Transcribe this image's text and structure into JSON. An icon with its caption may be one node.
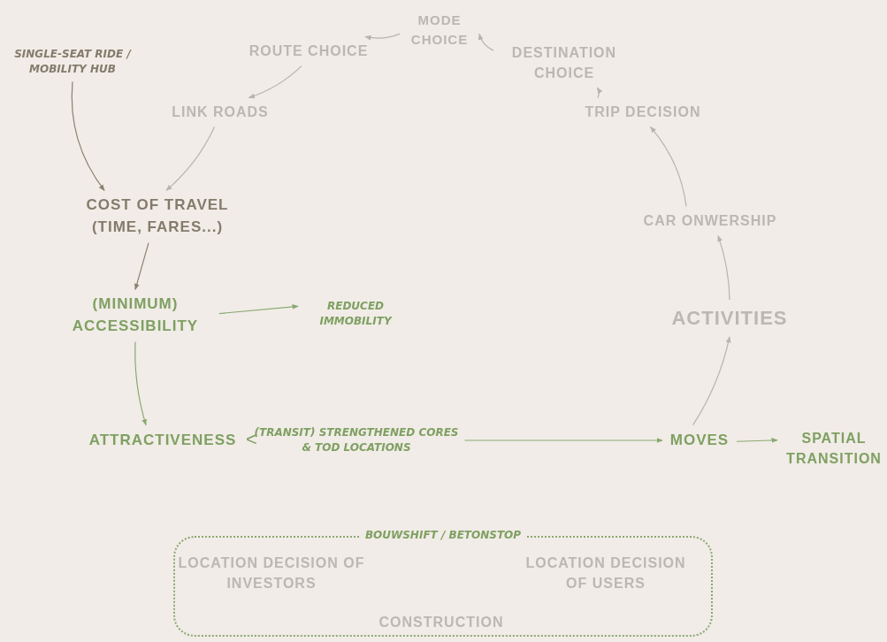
{
  "diagram": {
    "nodes": [
      {
        "text": [
          "SINGLE-SEAT RIDE / MOBILITY HUB"
        ]
      },
      {
        "text": [
          "MODE CHOICE"
        ]
      },
      {
        "text": [
          "ROUTE CHOICE"
        ]
      },
      {
        "text": [
          "DESTINATION CHOICE"
        ]
      },
      {
        "text": [
          "LINK ROADS"
        ]
      },
      {
        "text": [
          "TRIP DECISION"
        ]
      },
      {
        "text": [
          "COST OF TRAVEL (TIME, FARES...)"
        ]
      },
      {
        "text": [
          "CAR ONWERSHIP"
        ]
      },
      {
        "text": [
          "(MINIMUM) ACCESSIBILITY"
        ]
      },
      {
        "text": [
          "REDUCED IMMOBILITY"
        ]
      },
      {
        "text": [
          "ACTIVITIES"
        ]
      },
      {
        "text": [
          "ATTRACTIVENESS"
        ]
      },
      {
        "text": [
          "(TRANSIT) STRENGTHENED CORES & TOD LOCATIONS"
        ]
      },
      {
        "text": [
          "MOVES"
        ]
      },
      {
        "text": [
          "SPATIAL TRANSITION"
        ]
      },
      {
        "text": [
          "BOUWSHIFT / BETONSTOP"
        ]
      },
      {
        "text": [
          "LOCATION DECISION OF INVESTORS"
        ],
        "in": 15
      },
      {
        "text": [
          "LOCATION DECISION OF USERS"
        ],
        "in": 15
      },
      {
        "text": [
          "CONSTRUCTION"
        ],
        "in": 15
      }
    ],
    "edges": [
      {
        "from": 3,
        "to": 1,
        "arrow": "to"
      },
      {
        "from": 1,
        "to": 2,
        "arrow": "to"
      },
      {
        "from": 2,
        "to": 4,
        "arrow": "to"
      },
      {
        "from": 4,
        "to": 6,
        "arrow": "to"
      },
      {
        "from": 0,
        "to": 6,
        "arrow": "to",
        "color": "#8a8070"
      },
      {
        "from": 6,
        "to": 8,
        "arrow": "to",
        "color": "#8a8070"
      },
      {
        "from": 8,
        "to": 9,
        "arrow": "to",
        "color": "#8aa870"
      },
      {
        "from": 8,
        "to": 11,
        "arrow": "to",
        "color": "#8aa870"
      },
      {
        "from": 12,
        "to": 13,
        "arrow": "to",
        "color": "#8aa870"
      },
      {
        "from": 13,
        "to": 14,
        "arrow": "to",
        "color": "#8aa870"
      },
      {
        "from": 13,
        "to": 10,
        "arrow": "to"
      },
      {
        "from": 10,
        "to": 7,
        "arrow": "to"
      },
      {
        "from": 7,
        "to": 5,
        "arrow": "to"
      },
      {
        "from": 5,
        "to": 3,
        "arrow": "to"
      }
    ],
    "labels": [
      "<"
    ]
  }
}
